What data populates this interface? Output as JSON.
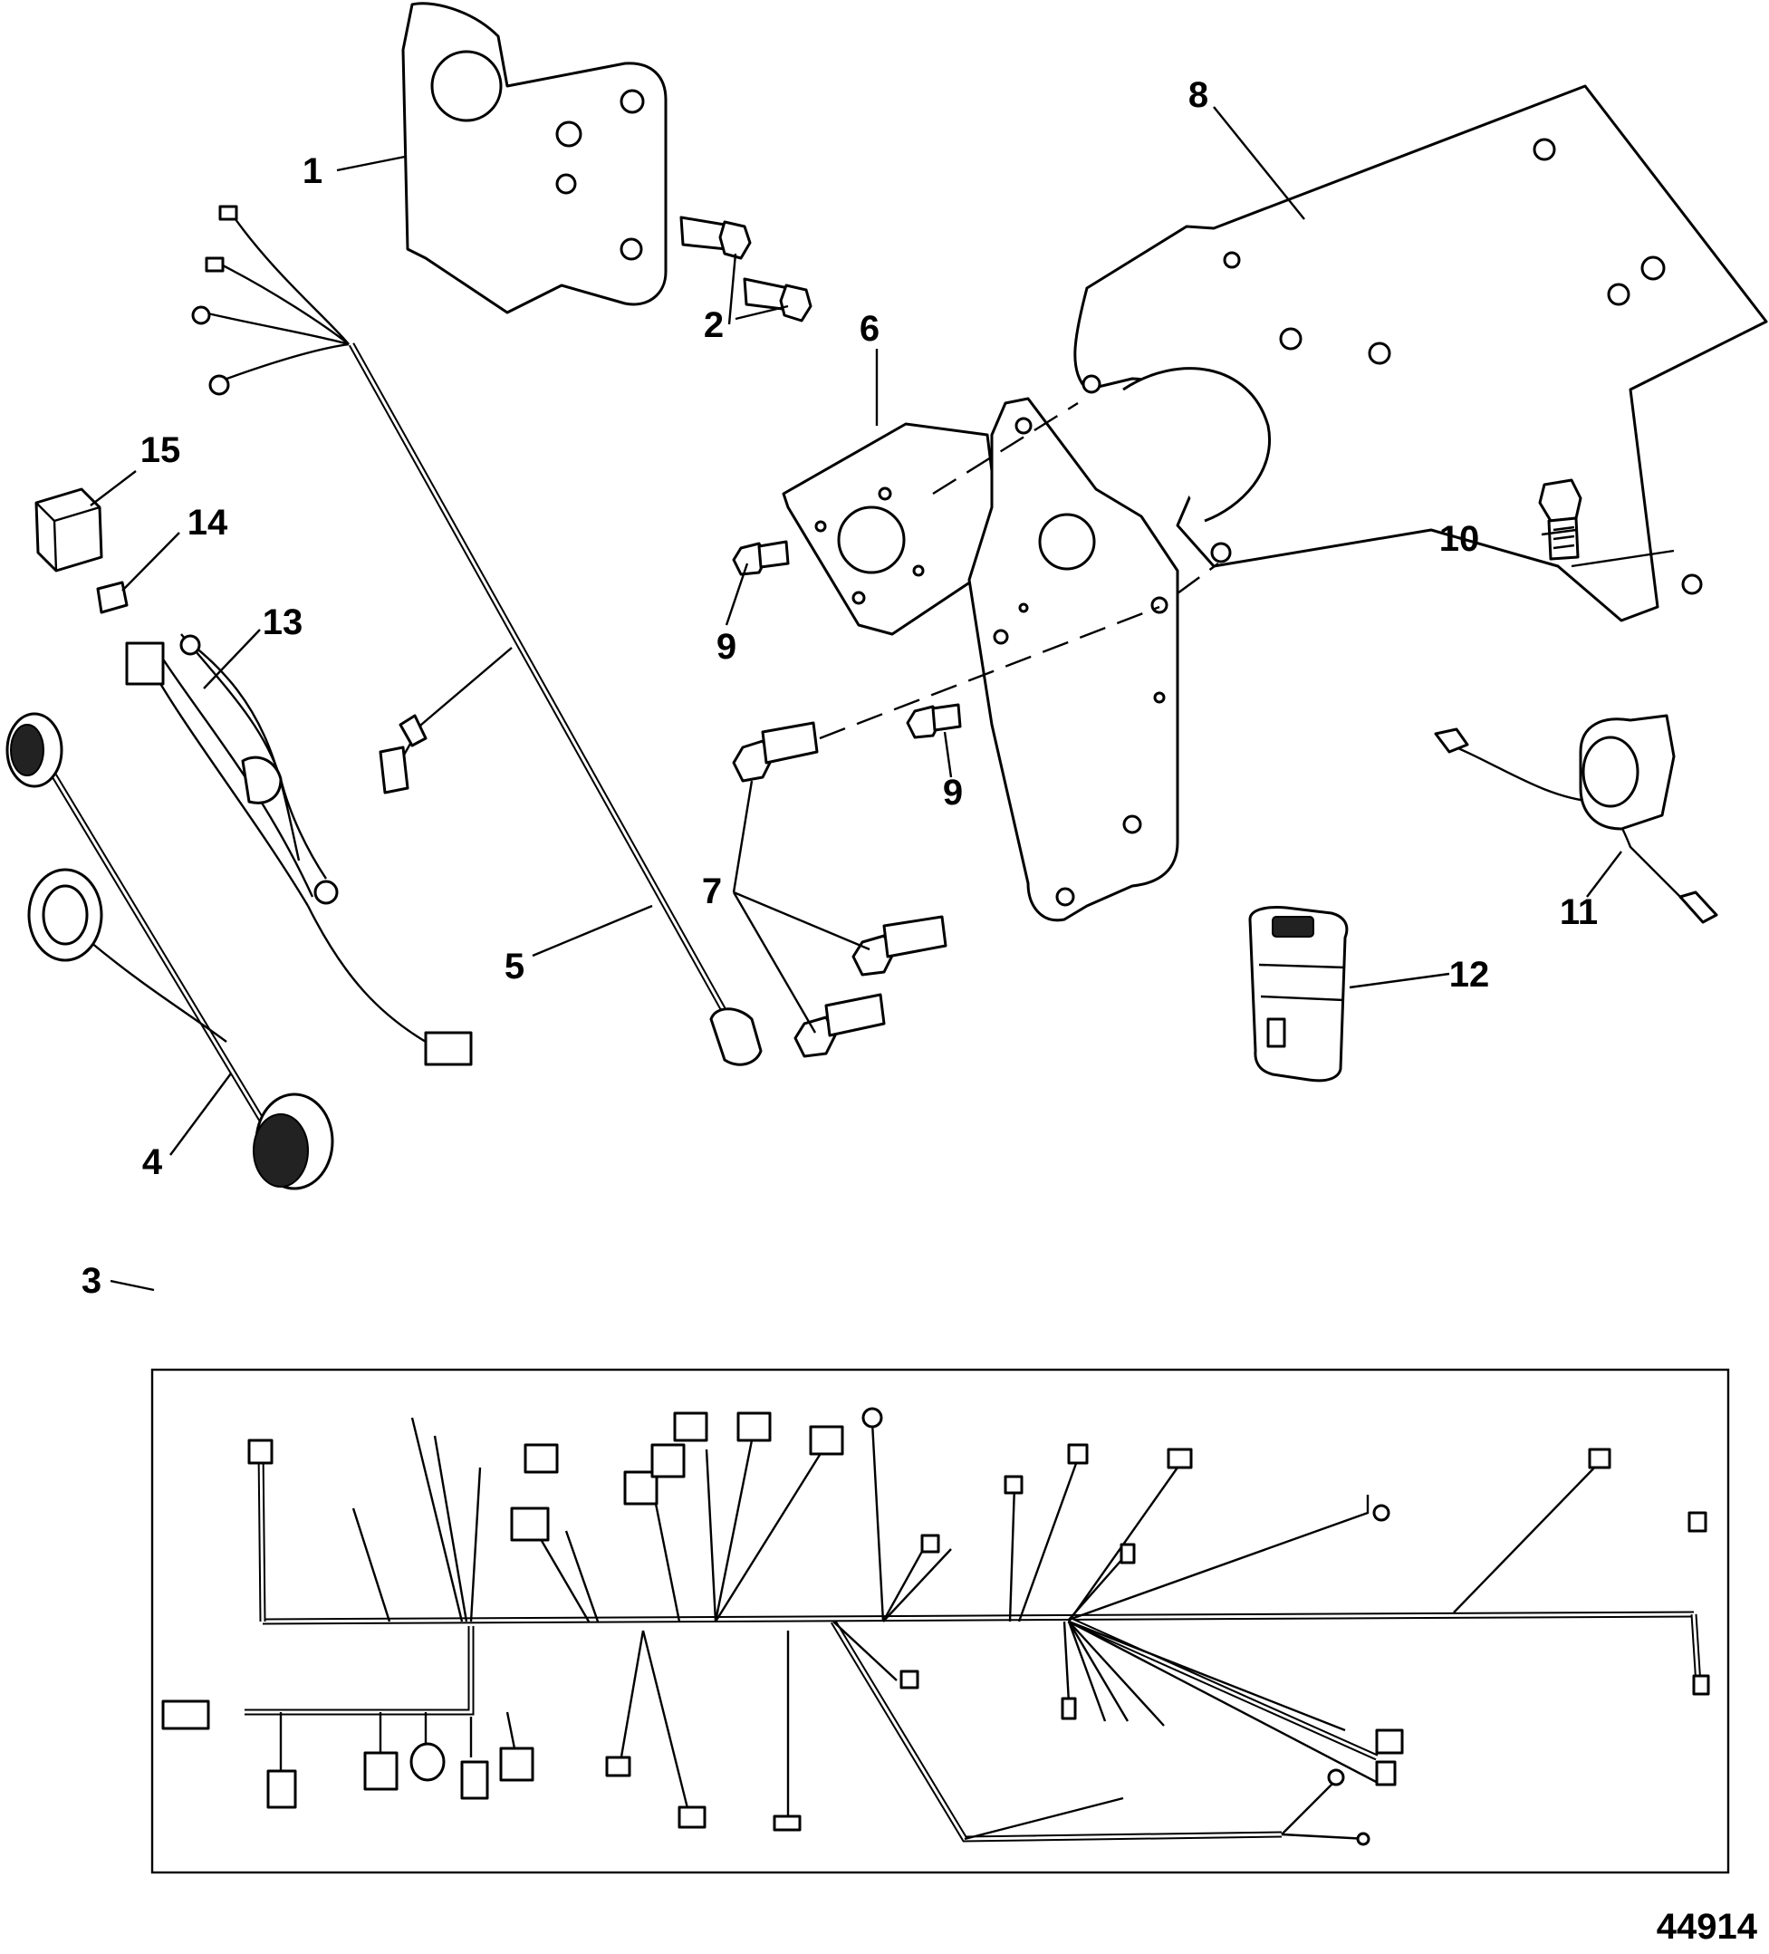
{
  "figure_number": "44914",
  "callouts": [
    "1",
    "2",
    "3",
    "4",
    "5",
    "6",
    "7",
    "8",
    "9",
    "9",
    "10",
    "11",
    "12",
    "13",
    "14",
    "15"
  ]
}
